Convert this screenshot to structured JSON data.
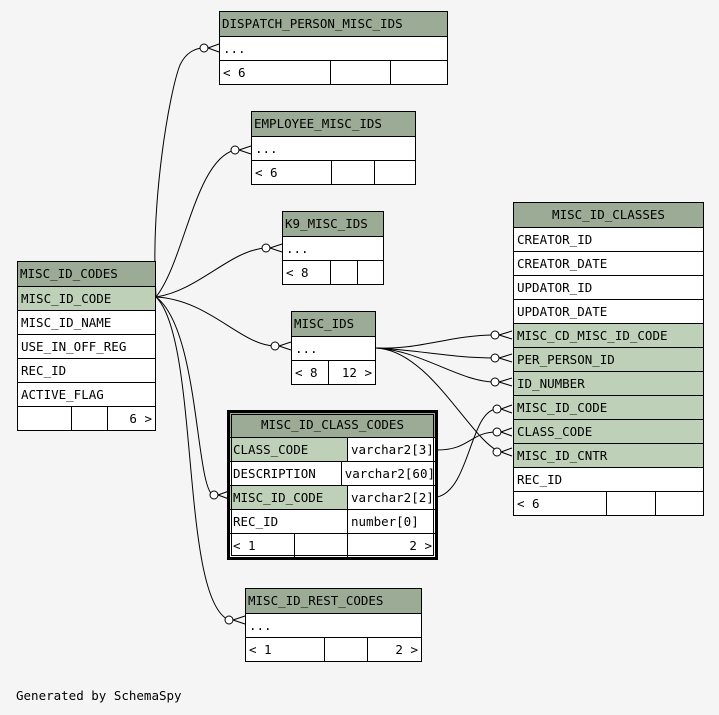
{
  "tables": {
    "dispatch_person_misc_ids": {
      "name": "DISPATCH_PERSON_MISC_IDS",
      "columns": [
        "..."
      ],
      "footer": [
        "< 6",
        "",
        ""
      ]
    },
    "employee_misc_ids": {
      "name": "EMPLOYEE_MISC_IDS",
      "columns": [
        "..."
      ],
      "footer": [
        "< 6",
        "",
        ""
      ]
    },
    "k9_misc_ids": {
      "name": "K9_MISC_IDS",
      "columns": [
        "..."
      ],
      "footer": [
        "< 8",
        "",
        ""
      ]
    },
    "misc_ids": {
      "name": "MISC_IDS",
      "columns": [
        "..."
      ],
      "footer": [
        "< 8",
        "12 >"
      ]
    },
    "misc_id_codes": {
      "name": "MISC_ID_CODES",
      "columns": [
        "MISC_ID_CODE",
        "MISC_ID_NAME",
        "USE_IN_OFF_REG",
        "REC_ID",
        "ACTIVE_FLAG"
      ],
      "footer": [
        "",
        "",
        "6 >"
      ]
    },
    "misc_id_class_codes": {
      "name": "MISC_ID_CLASS_CODES",
      "columns": [
        {
          "name": "CLASS_CODE",
          "type": "varchar2[3]"
        },
        {
          "name": "DESCRIPTION",
          "type": "varchar2[60]"
        },
        {
          "name": "MISC_ID_CODE",
          "type": "varchar2[2]"
        },
        {
          "name": "REC_ID",
          "type": "number[0]"
        }
      ],
      "footer": [
        "< 1",
        "",
        "2 >"
      ]
    },
    "misc_id_rest_codes": {
      "name": "MISC_ID_REST_CODES",
      "columns": [
        "..."
      ],
      "footer": [
        "< 1",
        "",
        "2 >"
      ]
    },
    "misc_id_classes": {
      "name": "MISC_ID_CLASSES",
      "columns": [
        "CREATOR_ID",
        "CREATOR_DATE",
        "UPDATOR_ID",
        "UPDATOR_DATE",
        "MISC_CD_MISC_ID_CODE",
        "PER_PERSON_ID",
        "ID_NUMBER",
        "MISC_ID_CODE",
        "CLASS_CODE",
        "MISC_ID_CNTR",
        "REC_ID"
      ],
      "footer": [
        "< 6",
        "",
        ""
      ]
    }
  },
  "credit": "Generated by SchemaSpy",
  "colors": {
    "header": "#9bab96",
    "key_column": "#bed1b8",
    "background": "#f5f5f5"
  }
}
